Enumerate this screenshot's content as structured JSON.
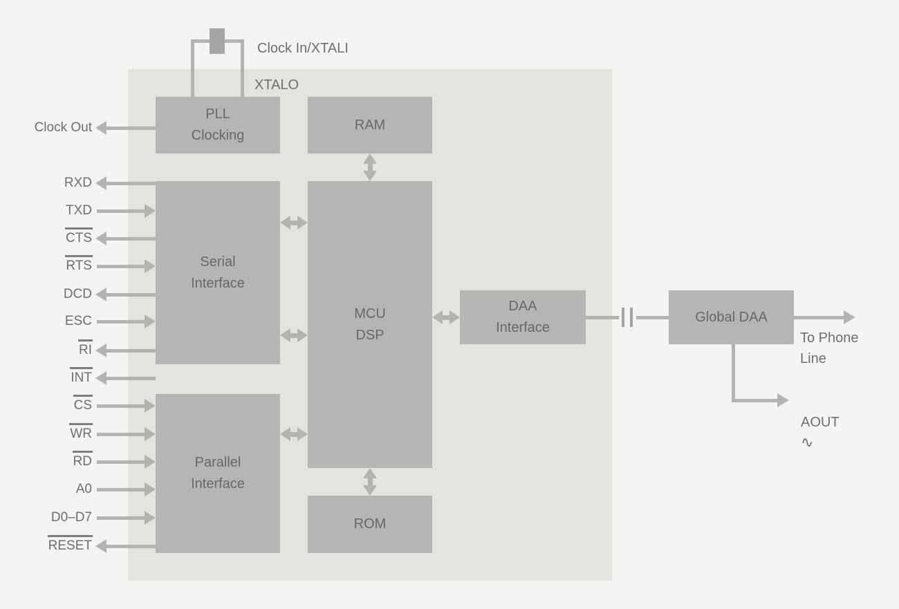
{
  "blocks": {
    "pll": {
      "label": "PLL\nClocking"
    },
    "ram": {
      "label": "RAM"
    },
    "serial": {
      "label": "Serial\nInterface"
    },
    "parallel": {
      "label": "Parallel\nInterface"
    },
    "mcu": {
      "label": "MCU\nDSP"
    },
    "rom": {
      "label": "ROM"
    },
    "daa": {
      "label": "DAA\nInterface"
    },
    "global_daa": {
      "label": "Global DAA"
    }
  },
  "labels": {
    "clock_in_xtali": "Clock In/XTALI",
    "xtalo": "XTALO",
    "clock_out": "Clock Out",
    "to_phone_line": "To Phone\nLine",
    "aout": "AOUT",
    "aout_symbol": "∿"
  },
  "signals": [
    {
      "label": "RXD",
      "direction": "out",
      "active_low": false
    },
    {
      "label": "TXD",
      "direction": "in",
      "active_low": false
    },
    {
      "label": "CTS",
      "direction": "out",
      "active_low": true
    },
    {
      "label": "RTS",
      "direction": "in",
      "active_low": true
    },
    {
      "label": "DCD",
      "direction": "out",
      "active_low": false
    },
    {
      "label": "ESC",
      "direction": "in",
      "active_low": false
    },
    {
      "label": "RI",
      "direction": "out",
      "active_low": true
    },
    {
      "label": "INT",
      "direction": "out",
      "active_low": true
    },
    {
      "label": "CS",
      "direction": "in",
      "active_low": true
    },
    {
      "label": "WR",
      "direction": "in",
      "active_low": true
    },
    {
      "label": "RD",
      "direction": "in",
      "active_low": true
    },
    {
      "label": "A0",
      "direction": "in",
      "active_low": false
    },
    {
      "label": "D0–D7",
      "direction": "in",
      "active_low": false
    },
    {
      "label": "RESET",
      "direction": "out",
      "active_low": true
    }
  ],
  "colors": {
    "background": "#f5f4f2",
    "chip_fill": "#e4e3e0",
    "block_fill": "#b6b5b3",
    "line": "#b4b3b1",
    "text": "#6e6e6e"
  }
}
